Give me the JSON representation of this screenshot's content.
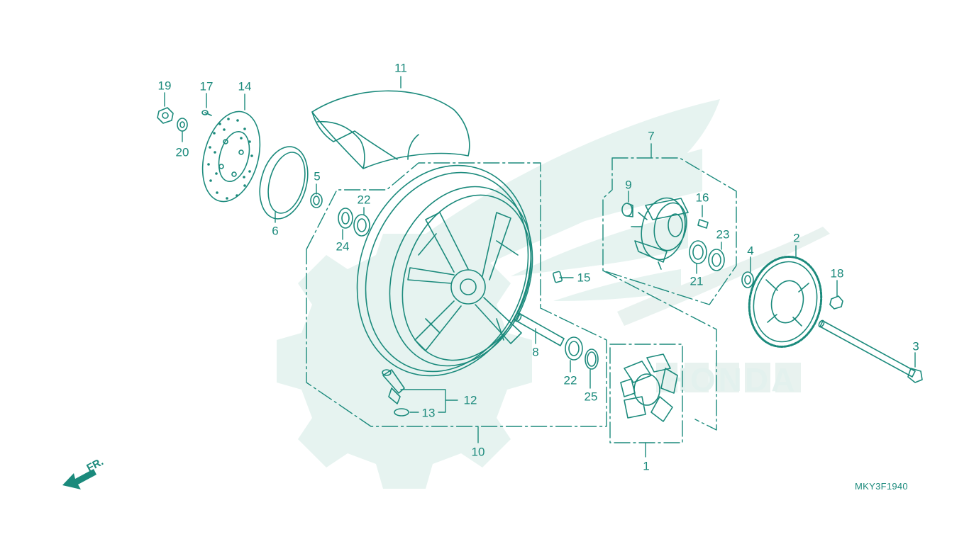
{
  "diagram": {
    "code": "MKY3F1940",
    "direction_label": "FR.",
    "watermark_brand": "HONDA",
    "colors": {
      "line": "#1b8a7c",
      "watermark": "#e3f1ee"
    },
    "callouts": [
      {
        "id": "1",
        "label": "1"
      },
      {
        "id": "2",
        "label": "2"
      },
      {
        "id": "3",
        "label": "3"
      },
      {
        "id": "4",
        "label": "4"
      },
      {
        "id": "5",
        "label": "5"
      },
      {
        "id": "6",
        "label": "6"
      },
      {
        "id": "7",
        "label": "7"
      },
      {
        "id": "8",
        "label": "8"
      },
      {
        "id": "9",
        "label": "9"
      },
      {
        "id": "10",
        "label": "10"
      },
      {
        "id": "11",
        "label": "11"
      },
      {
        "id": "12",
        "label": "12"
      },
      {
        "id": "13",
        "label": "13"
      },
      {
        "id": "14",
        "label": "14"
      },
      {
        "id": "15",
        "label": "15"
      },
      {
        "id": "16",
        "label": "16"
      },
      {
        "id": "17",
        "label": "17"
      },
      {
        "id": "18",
        "label": "18"
      },
      {
        "id": "19",
        "label": "19"
      },
      {
        "id": "20",
        "label": "20"
      },
      {
        "id": "21",
        "label": "21"
      },
      {
        "id": "22a",
        "label": "22"
      },
      {
        "id": "22b",
        "label": "22"
      },
      {
        "id": "23",
        "label": "23"
      },
      {
        "id": "24",
        "label": "24"
      },
      {
        "id": "25",
        "label": "25"
      }
    ]
  }
}
